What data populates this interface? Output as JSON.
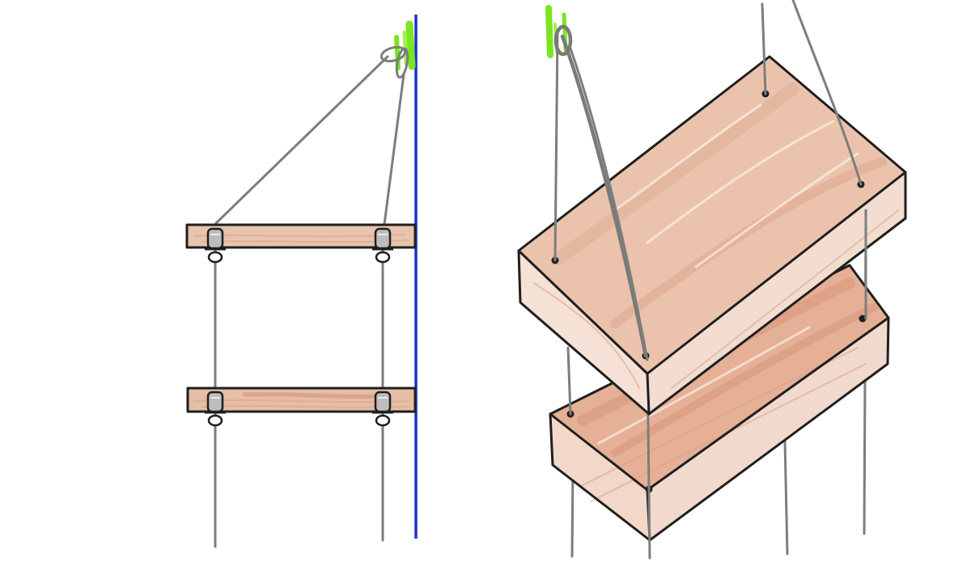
{
  "colors": {
    "background": "#ffffff",
    "ink": "#1f1f1f",
    "rope": "#7d7d7d",
    "wood_top": "#e9bda6",
    "wood_side": "#f1d6c6",
    "wood_dark": "#d39276",
    "wall": "#1f2fd6",
    "hook": "#7be51f"
  },
  "left_view": {
    "shelf_count": 2,
    "knot_count": 4
  },
  "right_view": {
    "board_count": 2,
    "rope_hole_count": 8
  }
}
